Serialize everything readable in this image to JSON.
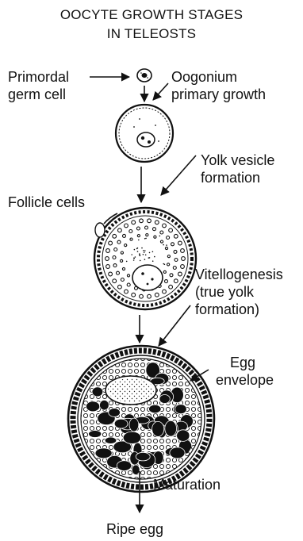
{
  "diagram": {
    "title_line1": "OOCYTE GROWTH STAGES",
    "title_line2": "IN TELEOSTS",
    "labels": {
      "primordial_line1": "Primordal",
      "primordial_line2": "germ cell",
      "oogonium_line1": "Oogonium",
      "oogonium_line2": "primary growth",
      "yolk_vesicle_line1": "Yolk vesicle",
      "yolk_vesicle_line2": "formation",
      "follicle_cells": "Follicle cells",
      "vitellogenesis_line1": "Vitellogenesis",
      "vitellogenesis_line2": "(true yolk",
      "vitellogenesis_line3": "formation)",
      "egg_envelope_line1": "Egg",
      "egg_envelope_line2": "envelope",
      "maturation": "Maturation",
      "ripe_egg": "Ripe egg"
    },
    "ink_color": "#111111",
    "stages": [
      "primordial-germ-cell",
      "oogonium",
      "yolk-vesicle-oocyte",
      "vitellogenic-oocyte",
      "ripe-egg"
    ]
  }
}
